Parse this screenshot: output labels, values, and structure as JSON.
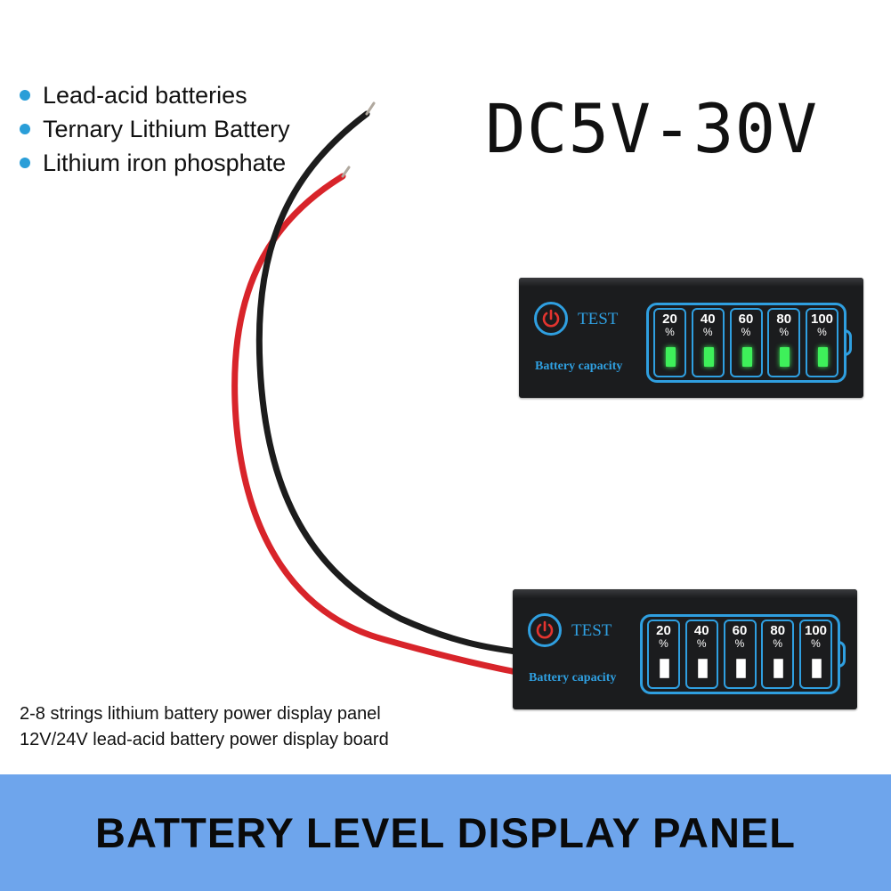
{
  "features": [
    "Lead-acid batteries",
    "Ternary Lithium Battery",
    "Lithium iron phosphate"
  ],
  "voltage_range": "DC5V-30V",
  "colors": {
    "accent": "#2a9ed8",
    "panel_blue": "#2f9fe0",
    "power_red": "#e3342f",
    "led_green": "#3ef05a",
    "banner": "#6ea5ec",
    "wire_red": "#d8242a",
    "wire_black": "#1c1c1c"
  },
  "panel": {
    "test_label": "TEST",
    "capacity_label": "Battery capacity",
    "icon": "power-icon",
    "levels": [
      "20",
      "40",
      "60",
      "80",
      "100"
    ],
    "percent_sign": "%"
  },
  "panels": [
    {
      "state": "lit",
      "leds_on": 5
    },
    {
      "state": "unlit",
      "leds_on": 0
    }
  ],
  "descriptions": [
    "2-8 strings lithium battery power display panel",
    "12V/24V lead-acid battery power display board"
  ],
  "banner": {
    "title": "BATTERY LEVEL DISPLAY PANEL"
  }
}
